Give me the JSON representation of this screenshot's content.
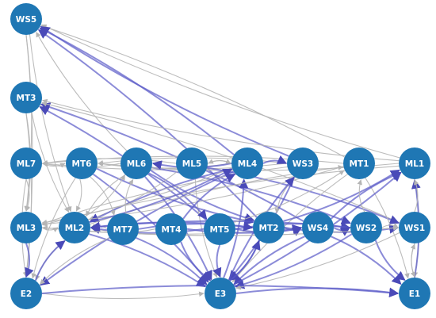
{
  "colors": {
    "node_fill": "#1f77b4",
    "node_text": "#ffffff",
    "edge_gray": "#b5b5b5",
    "edge_blue": "#5a5ac8",
    "background": "#ffffff"
  },
  "nodes": [
    {
      "id": "WS5",
      "label": "WS5"
    },
    {
      "id": "MT3",
      "label": "MT3"
    },
    {
      "id": "ML7",
      "label": "ML7"
    },
    {
      "id": "MT6",
      "label": "MT6"
    },
    {
      "id": "ML6",
      "label": "ML6"
    },
    {
      "id": "ML5",
      "label": "ML5"
    },
    {
      "id": "ML4",
      "label": "ML4"
    },
    {
      "id": "WS3",
      "label": "WS3"
    },
    {
      "id": "MT1",
      "label": "MT1"
    },
    {
      "id": "ML1",
      "label": "ML1"
    },
    {
      "id": "ML3",
      "label": "ML3"
    },
    {
      "id": "ML2",
      "label": "ML2"
    },
    {
      "id": "MT7",
      "label": "MT7"
    },
    {
      "id": "MT4",
      "label": "MT4"
    },
    {
      "id": "MT5",
      "label": "MT5"
    },
    {
      "id": "MT2",
      "label": "MT2"
    },
    {
      "id": "WS4",
      "label": "WS4"
    },
    {
      "id": "WS2",
      "label": "WS2"
    },
    {
      "id": "WS1",
      "label": "WS1"
    },
    {
      "id": "E2",
      "label": "E2"
    },
    {
      "id": "E3",
      "label": "E3"
    },
    {
      "id": "E1",
      "label": "E1"
    }
  ],
  "edges": [
    {
      "from": "ML1",
      "to": "WS5",
      "style": "gray"
    },
    {
      "from": "MT1",
      "to": "WS5",
      "style": "gray"
    },
    {
      "from": "WS3",
      "to": "WS5",
      "style": "blue"
    },
    {
      "from": "ML4",
      "to": "WS5",
      "style": "blue"
    },
    {
      "from": "ML6",
      "to": "WS5",
      "style": "gray"
    },
    {
      "from": "MT2",
      "to": "WS5",
      "style": "blue"
    },
    {
      "from": "WS5",
      "to": "ML3",
      "style": "gray"
    },
    {
      "from": "WS5",
      "to": "ML2",
      "style": "gray"
    },
    {
      "from": "WS5",
      "to": "E2",
      "style": "gray"
    },
    {
      "from": "WS4",
      "to": "MT3",
      "style": "blue"
    },
    {
      "from": "ML1",
      "to": "MT3",
      "style": "gray"
    },
    {
      "from": "WS1",
      "to": "MT3",
      "style": "gray"
    },
    {
      "from": "MT3",
      "to": "E2",
      "style": "gray"
    },
    {
      "from": "MT3",
      "to": "ML2",
      "style": "gray"
    },
    {
      "from": "MT3",
      "to": "ML3",
      "style": "gray"
    },
    {
      "from": "MT5",
      "to": "MT3",
      "style": "blue"
    },
    {
      "from": "WS3",
      "to": "ML7",
      "style": "gray"
    },
    {
      "from": "MT1",
      "to": "ML7",
      "style": "gray"
    },
    {
      "from": "ML7",
      "to": "ML3",
      "style": "gray"
    },
    {
      "from": "ML7",
      "to": "E2",
      "style": "gray"
    },
    {
      "from": "ML1",
      "to": "MT6",
      "style": "gray"
    },
    {
      "from": "WS3",
      "to": "MT6",
      "style": "gray"
    },
    {
      "from": "MT6",
      "to": "ML2",
      "style": "gray"
    },
    {
      "from": "MT6",
      "to": "E2",
      "style": "gray"
    },
    {
      "from": "MT6",
      "to": "E3",
      "style": "blue"
    },
    {
      "from": "MT6",
      "to": "MT2",
      "style": "blue"
    },
    {
      "from": "ML6",
      "to": "WS2",
      "style": "blue"
    },
    {
      "from": "ML6",
      "to": "MT2",
      "style": "blue"
    },
    {
      "from": "ML6",
      "to": "E3",
      "style": "blue"
    },
    {
      "from": "ML6",
      "to": "ML2",
      "style": "gray"
    },
    {
      "from": "ML5",
      "to": "ML2",
      "style": "gray"
    },
    {
      "from": "ML5",
      "to": "E3",
      "style": "gray"
    },
    {
      "from": "ML5",
      "to": "WS1",
      "style": "blue"
    },
    {
      "from": "ML4",
      "to": "ML2",
      "style": "blue"
    },
    {
      "from": "ML4",
      "to": "ML3",
      "style": "gray"
    },
    {
      "from": "ML4",
      "to": "E2",
      "style": "blue"
    },
    {
      "from": "ML4",
      "to": "WS3",
      "style": "blue"
    },
    {
      "from": "WS3",
      "to": "ML3",
      "style": "gray"
    },
    {
      "from": "WS3",
      "to": "E3",
      "style": "blue"
    },
    {
      "from": "WS3",
      "to": "MT2",
      "style": "gray"
    },
    {
      "from": "MT1",
      "to": "ML3",
      "style": "gray"
    },
    {
      "from": "MT1",
      "to": "E3",
      "style": "gray"
    },
    {
      "from": "MT1",
      "to": "E1",
      "style": "gray"
    },
    {
      "from": "ML1",
      "to": "ML3",
      "style": "gray"
    },
    {
      "from": "ML1",
      "to": "E1",
      "style": "gray"
    },
    {
      "from": "E1",
      "to": "ML1",
      "style": "blue"
    },
    {
      "from": "WS4",
      "to": "ML1",
      "style": "blue"
    },
    {
      "from": "MT2",
      "to": "ML1",
      "style": "blue"
    },
    {
      "from": "ML3",
      "to": "E2",
      "style": "blue"
    },
    {
      "from": "ML2",
      "to": "E2",
      "style": "gray"
    },
    {
      "from": "ML2",
      "to": "E3",
      "style": "blue"
    },
    {
      "from": "MT7",
      "to": "ML2",
      "style": "gray"
    },
    {
      "from": "MT7",
      "to": "E3",
      "style": "blue"
    },
    {
      "from": "MT7",
      "to": "E2",
      "style": "gray"
    },
    {
      "from": "MT4",
      "to": "ML2",
      "style": "gray"
    },
    {
      "from": "MT4",
      "to": "E3",
      "style": "blue"
    },
    {
      "from": "MT5",
      "to": "ML2",
      "style": "blue"
    },
    {
      "from": "MT5",
      "to": "E3",
      "style": "blue"
    },
    {
      "from": "MT5",
      "to": "WS2",
      "style": "blue"
    },
    {
      "from": "MT2",
      "to": "ML2",
      "style": "blue"
    },
    {
      "from": "MT2",
      "to": "E3",
      "style": "blue"
    },
    {
      "from": "MT2",
      "to": "WS1",
      "style": "blue"
    },
    {
      "from": "WS4",
      "to": "ML3",
      "style": "gray"
    },
    {
      "from": "WS4",
      "to": "E3",
      "style": "blue"
    },
    {
      "from": "WS4",
      "to": "E1",
      "style": "blue"
    },
    {
      "from": "WS2",
      "to": "ML2",
      "style": "blue"
    },
    {
      "from": "WS2",
      "to": "E3",
      "style": "blue"
    },
    {
      "from": "WS2",
      "to": "E1",
      "style": "blue"
    },
    {
      "from": "WS1",
      "to": "ML3",
      "style": "gray"
    },
    {
      "from": "WS1",
      "to": "E1",
      "style": "gray"
    },
    {
      "from": "WS1",
      "to": "E3",
      "style": "gray"
    },
    {
      "from": "E3",
      "to": "ML4",
      "style": "blue"
    },
    {
      "from": "E3",
      "to": "WS3",
      "style": "blue"
    },
    {
      "from": "E3",
      "to": "MT2",
      "style": "blue"
    },
    {
      "from": "E3",
      "to": "E1",
      "style": "blue"
    },
    {
      "from": "E2",
      "to": "E3",
      "style": "gray"
    },
    {
      "from": "E2",
      "to": "E1",
      "style": "blue"
    },
    {
      "from": "ML7",
      "to": "MT6",
      "style": "gray"
    },
    {
      "from": "ML6",
      "to": "ML7",
      "style": "gray"
    },
    {
      "from": "ML5",
      "to": "ML7",
      "style": "gray"
    },
    {
      "from": "ML4",
      "to": "MT6",
      "style": "gray"
    },
    {
      "from": "ML4",
      "to": "ML5",
      "style": "gray"
    },
    {
      "from": "ML4",
      "to": "ML6",
      "style": "blue"
    },
    {
      "from": "MT5",
      "to": "WS4",
      "style": "blue"
    },
    {
      "from": "ML6",
      "to": "MT5",
      "style": "blue"
    },
    {
      "from": "MT4",
      "to": "WS4",
      "style": "blue"
    },
    {
      "from": "MT7",
      "to": "MT2",
      "style": "blue"
    },
    {
      "from": "WS4",
      "to": "WS2",
      "style": "blue"
    },
    {
      "from": "WS2",
      "to": "WS1",
      "style": "gray"
    },
    {
      "from": "MT2",
      "to": "WS4",
      "style": "blue"
    },
    {
      "from": "ML5",
      "to": "ML4",
      "style": "gray"
    },
    {
      "from": "ML3",
      "to": "ML2",
      "style": "gray"
    },
    {
      "from": "ML2",
      "to": "MT1",
      "style": "gray"
    },
    {
      "from": "ML3",
      "to": "WS1",
      "style": "gray"
    },
    {
      "from": "E2",
      "to": "ML2",
      "style": "blue"
    },
    {
      "from": "E3",
      "to": "ML1",
      "style": "blue"
    },
    {
      "from": "MT4",
      "to": "ML4",
      "style": "blue"
    },
    {
      "from": "ML2",
      "to": "ML4",
      "style": "blue"
    },
    {
      "from": "MT7",
      "to": "ML6",
      "style": "gray"
    },
    {
      "from": "ML2",
      "to": "ML6",
      "style": "gray"
    },
    {
      "from": "MT6",
      "to": "MT7",
      "style": "gray"
    },
    {
      "from": "MT5",
      "to": "MT1",
      "style": "gray"
    },
    {
      "from": "WS2",
      "to": "MT1",
      "style": "gray"
    },
    {
      "from": "WS1",
      "to": "ML1",
      "style": "gray"
    },
    {
      "from": "E1",
      "to": "WS1",
      "style": "gray"
    }
  ]
}
